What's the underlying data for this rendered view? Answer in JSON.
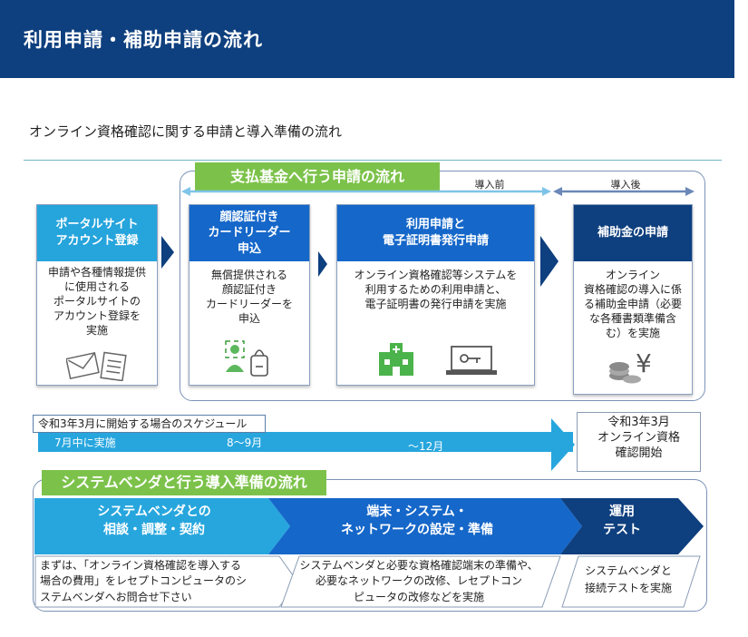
{
  "header": {
    "title": "利用申請・補助申請の流れ"
  },
  "subtitle": "オンライン資格確認に関する申請と導入準備の流れ",
  "top_section": {
    "banner": "支払基金へ行う申請の流れ",
    "phase_before": "導入前",
    "phase_after": "導入後"
  },
  "columns": [
    {
      "title": "ポータルサイト\nアカウント登録",
      "body": "申請や各種情報提供\nに使用される\nポータルサイトの\nアカウント登録を\n実施",
      "icon": "mail-document-icon"
    },
    {
      "title": "顔認証付き\nカードリーダー\n申込",
      "body": "無償提供される\n顔認証付き\nカードリーダーを\n申込",
      "icon": "face-card-reader-icon"
    },
    {
      "title": "利用申請と\n電子証明書発行申請",
      "body": "オンライン資格確認等システムを\n利用するための利用申請と、\n電子証明書の発行申請を実施",
      "icon": "hospital-laptop-key-icon"
    },
    {
      "title": "補助金の申請",
      "body": "オンライン\n資格確認の導入に係\nる補助金申請（必要\nな各種書類準備含\nむ）を実施",
      "icon": "coins-yen-icon"
    }
  ],
  "schedule": {
    "label": "令和3年3月に開始する場合のスケジュール",
    "items": [
      "7月中に実施",
      "8～9月",
      "～12月"
    ],
    "start": "令和3年3月\nオンライン資格\n確認開始"
  },
  "bottom_section": {
    "banner": "システムベンダと行う導入準備の流れ",
    "stages": [
      {
        "title": "システムベンダとの\n相談・調整・契約",
        "desc": "まずは、「オンライン資格確認を導入する\n場合の費用」をレセプトコンピュータのシ\nステムベンダへお問合せ下さい"
      },
      {
        "title": "端末・システム・\nネットワークの設定・準備",
        "desc": "システムベンダと必要な資格確認端末の準備や、\n必要なネットワークの改修、レセプトコン\nピュータの改修などを実施"
      },
      {
        "title": "運用\nテスト",
        "desc": "システムベンダと\n接続テストを実施"
      }
    ]
  },
  "colors": {
    "navy": "#0e3f7e",
    "blue": "#1264c8",
    "sky": "#27a6de",
    "green": "#7cc24a"
  }
}
